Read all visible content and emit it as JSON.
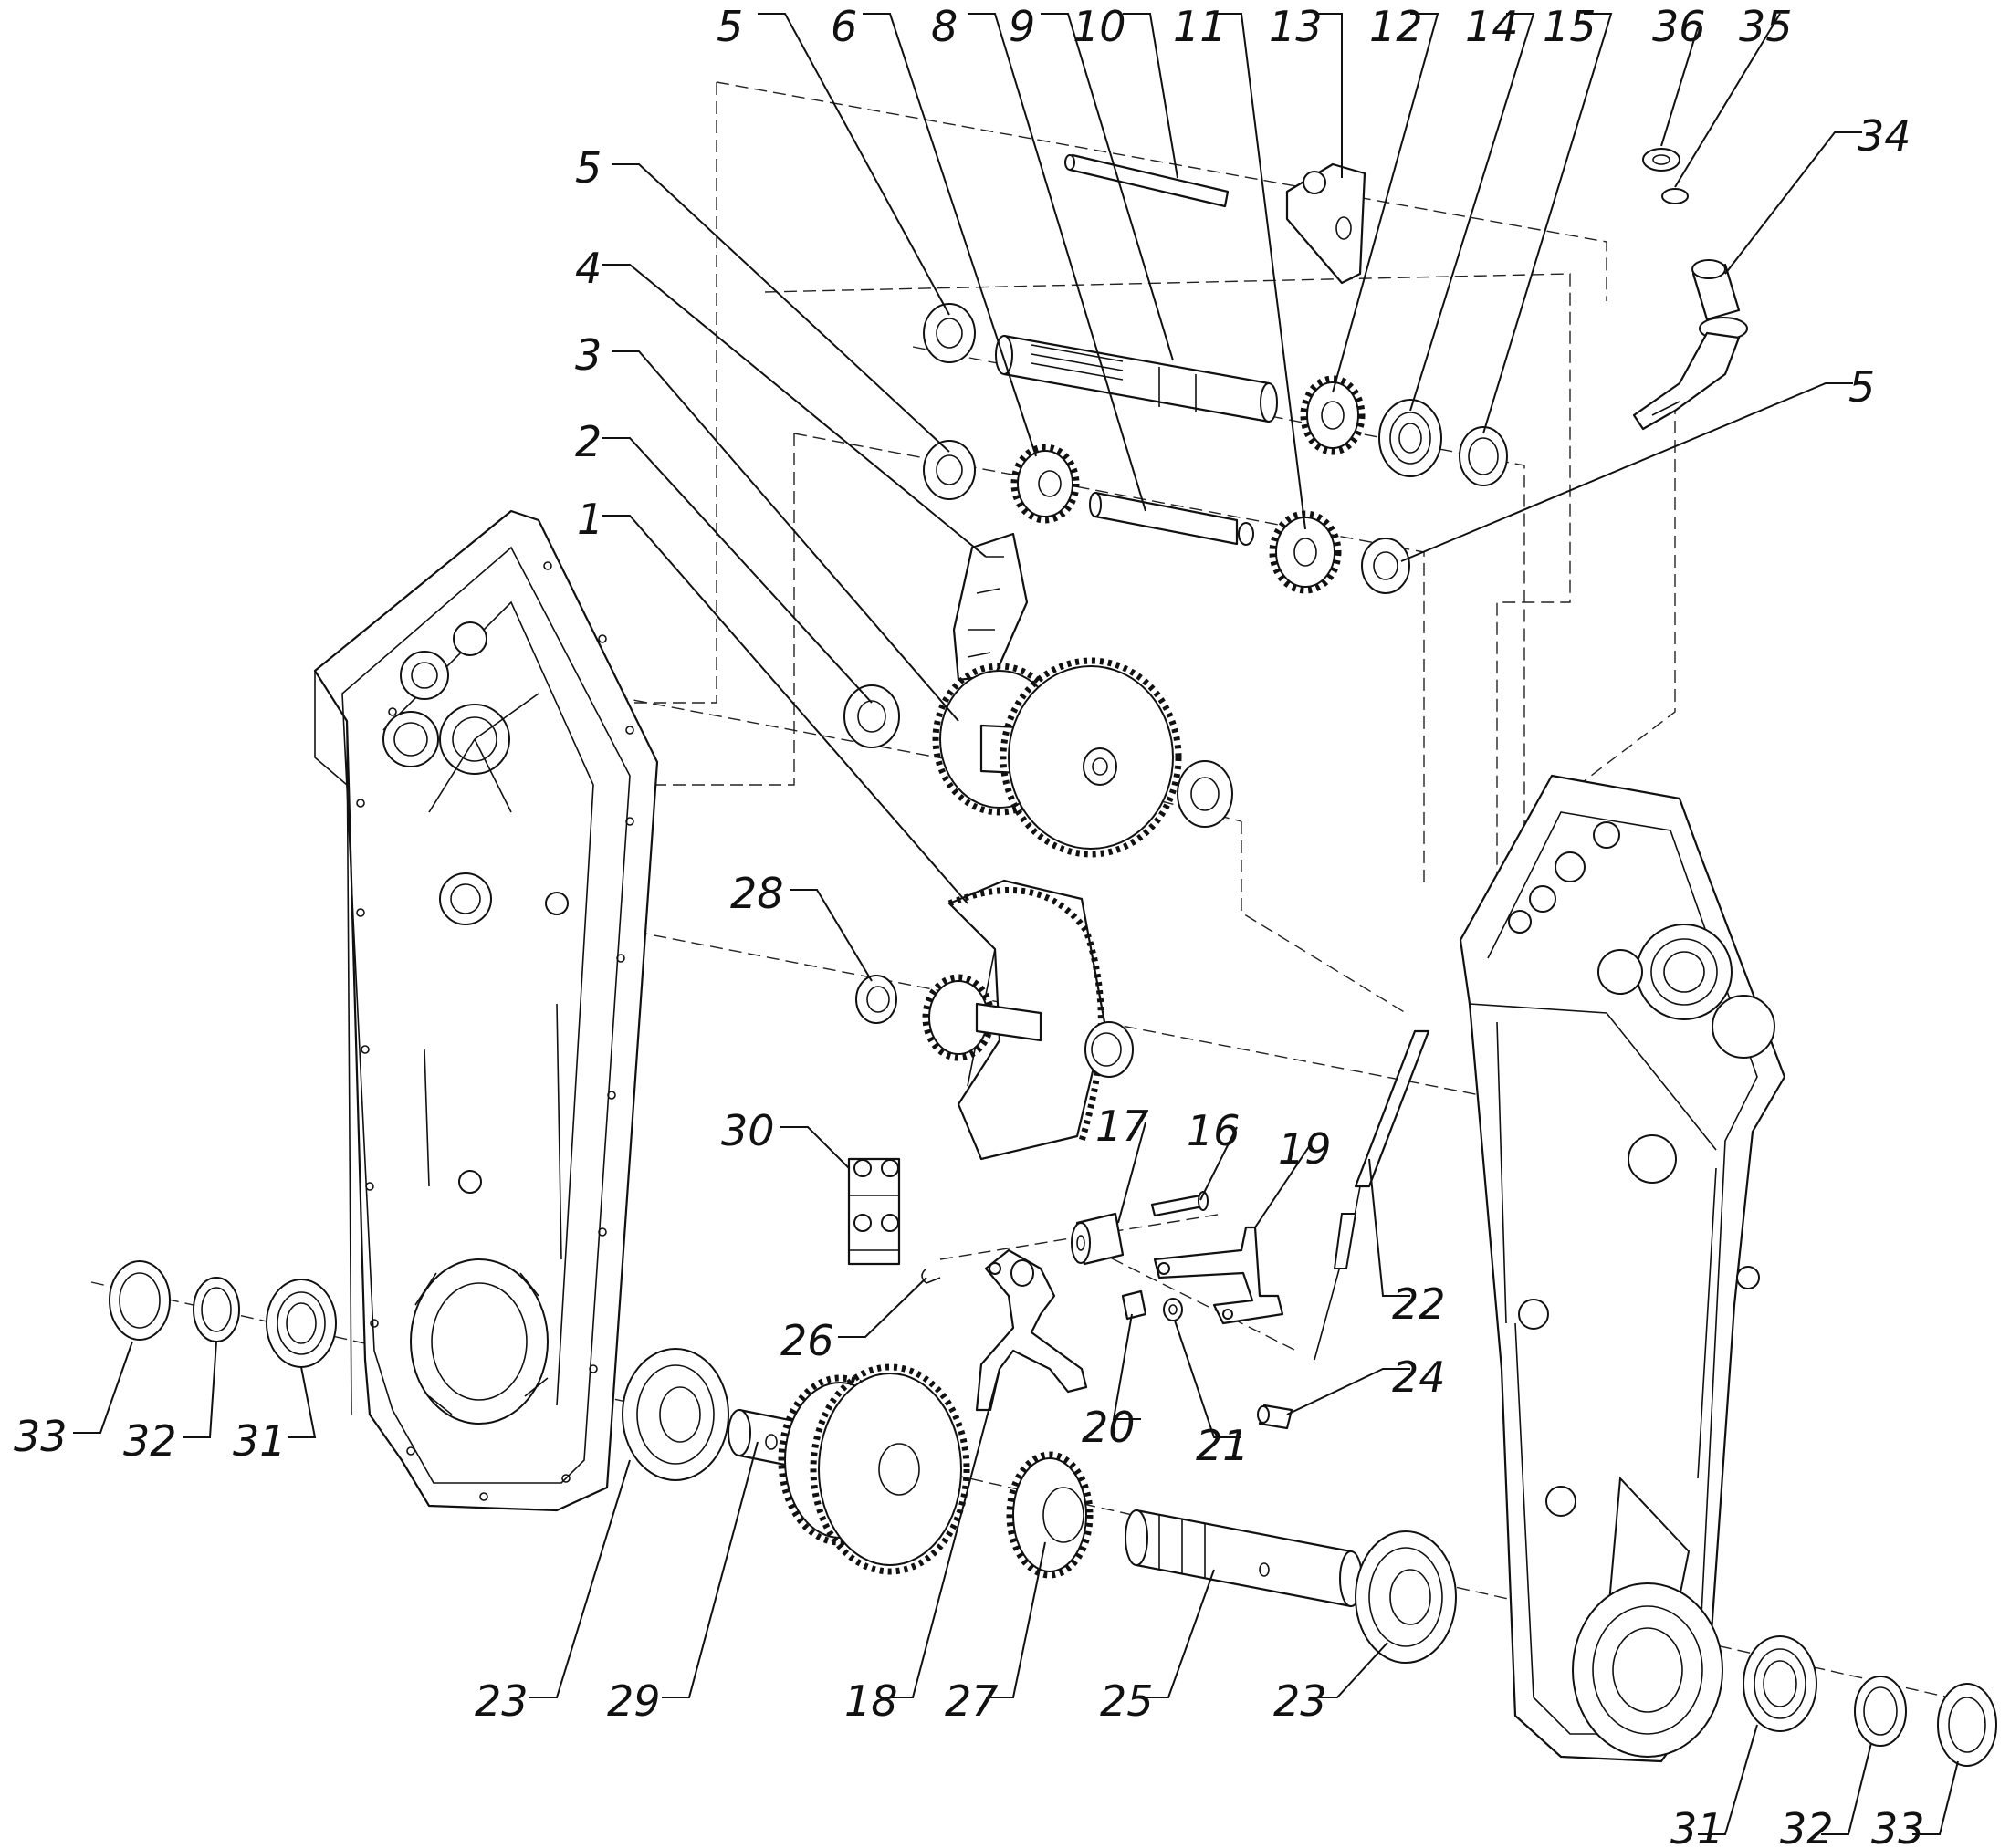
{
  "callouts": [
    {
      "id": "c5a",
      "text": "5"
    },
    {
      "id": "c6",
      "text": "6"
    },
    {
      "id": "c8",
      "text": "8"
    },
    {
      "id": "c9",
      "text": "9"
    },
    {
      "id": "c10",
      "text": "10"
    },
    {
      "id": "c11",
      "text": "11"
    },
    {
      "id": "c13",
      "text": "13"
    },
    {
      "id": "c12",
      "text": "12"
    },
    {
      "id": "c14",
      "text": "14"
    },
    {
      "id": "c15",
      "text": "15"
    },
    {
      "id": "c36",
      "text": "36"
    },
    {
      "id": "c35",
      "text": "35"
    },
    {
      "id": "c34",
      "text": "34"
    },
    {
      "id": "c5b",
      "text": "5"
    },
    {
      "id": "c4",
      "text": "4"
    },
    {
      "id": "c3",
      "text": "3"
    },
    {
      "id": "c2",
      "text": "2"
    },
    {
      "id": "c1",
      "text": "1"
    },
    {
      "id": "c5c",
      "text": "5"
    },
    {
      "id": "c28",
      "text": "28"
    },
    {
      "id": "c30",
      "text": "30"
    },
    {
      "id": "c17",
      "text": "17"
    },
    {
      "id": "c16",
      "text": "16"
    },
    {
      "id": "c19",
      "text": "19"
    },
    {
      "id": "c22",
      "text": "22"
    },
    {
      "id": "c26",
      "text": "26"
    },
    {
      "id": "c24",
      "text": "24"
    },
    {
      "id": "c20",
      "text": "20"
    },
    {
      "id": "c21",
      "text": "21"
    },
    {
      "id": "c33a",
      "text": "33"
    },
    {
      "id": "c32a",
      "text": "32"
    },
    {
      "id": "c31a",
      "text": "31"
    },
    {
      "id": "c23a",
      "text": "23"
    },
    {
      "id": "c29",
      "text": "29"
    },
    {
      "id": "c18",
      "text": "18"
    },
    {
      "id": "c27",
      "text": "27"
    },
    {
      "id": "c25",
      "text": "25"
    },
    {
      "id": "c23b",
      "text": "23"
    },
    {
      "id": "c31b",
      "text": "31"
    },
    {
      "id": "c32b",
      "text": "32"
    },
    {
      "id": "c33b",
      "text": "33"
    }
  ]
}
